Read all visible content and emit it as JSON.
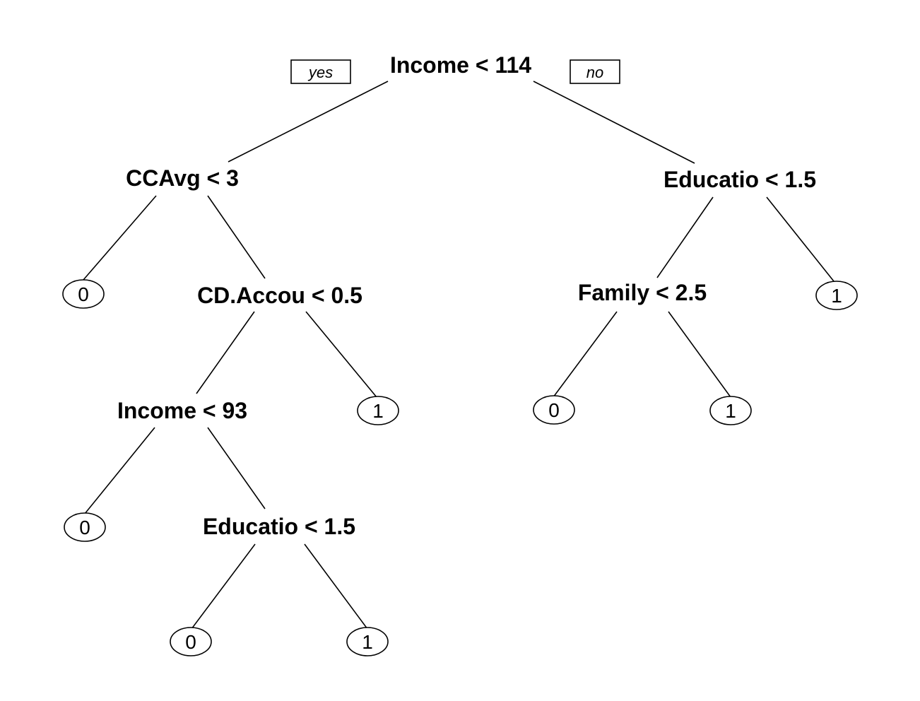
{
  "tree": {
    "yes_label": "yes",
    "no_label": "no",
    "nodes": {
      "root": {
        "label": "Income < 114"
      },
      "ccavg": {
        "label": "CCAvg < 3"
      },
      "educ_right": {
        "label": "Educatio < 1.5"
      },
      "leaf_a": {
        "label": "0"
      },
      "cdaccou": {
        "label": "CD.Accou < 0.5"
      },
      "family": {
        "label": "Family < 2.5"
      },
      "leaf_b": {
        "label": "1"
      },
      "income93": {
        "label": "Income < 93"
      },
      "leaf_c": {
        "label": "1"
      },
      "leaf_d": {
        "label": "0"
      },
      "leaf_e": {
        "label": "1"
      },
      "leaf_f": {
        "label": "0"
      },
      "educ_left": {
        "label": "Educatio < 1.5"
      },
      "leaf_g": {
        "label": "0"
      },
      "leaf_h": {
        "label": "1"
      }
    }
  }
}
